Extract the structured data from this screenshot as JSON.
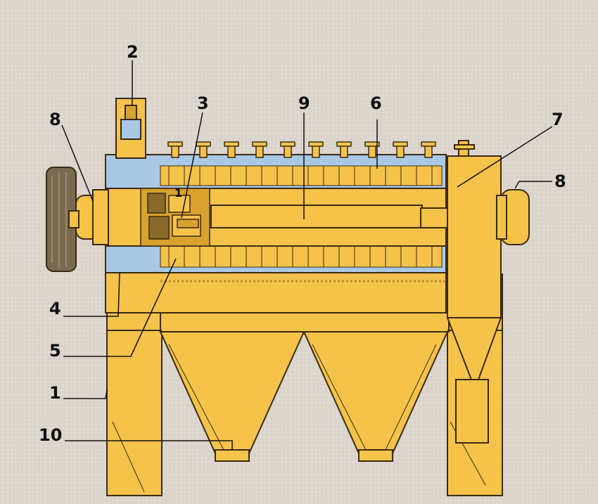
{
  "diagram": {
    "colors": {
      "background": "#dcd6ce",
      "machine_body": "#f5c24a",
      "machine_shadow": "#d9a12e",
      "outline": "#3a2a12",
      "coolant": "#a8c8e6",
      "drive_pulley": "#7a6a52"
    },
    "callouts": [
      {
        "id": "c1",
        "label": "1"
      },
      {
        "id": "c2",
        "label": "2"
      },
      {
        "id": "c3",
        "label": "3"
      },
      {
        "id": "c4",
        "label": "4"
      },
      {
        "id": "c5",
        "label": "5"
      },
      {
        "id": "c6",
        "label": "6"
      },
      {
        "id": "c7",
        "label": "7"
      },
      {
        "id": "c8a",
        "label": "8"
      },
      {
        "id": "c8b",
        "label": "8"
      },
      {
        "id": "c9",
        "label": "9"
      },
      {
        "id": "c10",
        "label": "10"
      },
      {
        "id": "c1i",
        "label": "1"
      }
    ]
  }
}
